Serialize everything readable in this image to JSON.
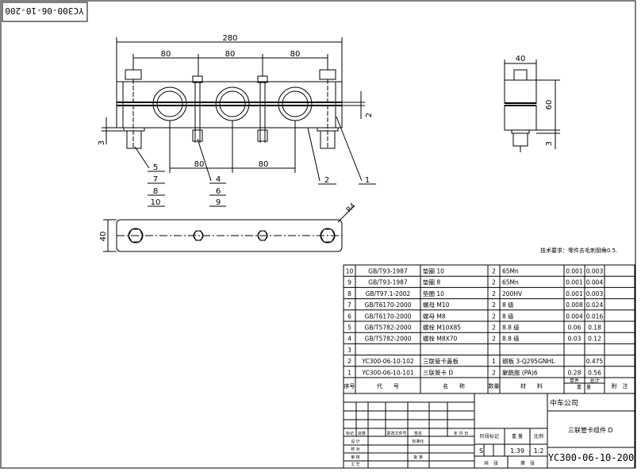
{
  "drawing_number_flipped": "YC300-06-10-200",
  "front_view": {
    "overall_dim": "280",
    "pitch_dims": [
      "80",
      "80",
      "80"
    ],
    "bolt_pitch_dims": [
      "80",
      "80"
    ],
    "dim_2": "2",
    "dim_3": "3",
    "balloons_left": [
      "5",
      "7",
      "8",
      "10"
    ],
    "balloons_mid": [
      "4",
      "6",
      "9"
    ],
    "balloon_2": "2",
    "balloon_1": "1"
  },
  "side_view": {
    "width_dim": "40",
    "height_dim": "60",
    "dim_3": "3"
  },
  "bottom_view": {
    "width_dim": "40",
    "radius": "R4"
  },
  "note": "技术要求：零件去毛刺倒角0.5.",
  "bom": {
    "rows": [
      {
        "no": "10",
        "code": "GB/T93-1987",
        "name": "垫圈 10",
        "qty": "2",
        "material": "65Mn",
        "unit": "0.001",
        "total": "0.003",
        "remark": ""
      },
      {
        "no": "9",
        "code": "GB/T93-1987",
        "name": "垫圈 8",
        "qty": "2",
        "material": "65Mn",
        "unit": "0.001",
        "total": "0.004",
        "remark": ""
      },
      {
        "no": "8",
        "code": "GB/T97.1-2002",
        "name": "垫圈 10",
        "qty": "2",
        "material": "200HV",
        "unit": "0.001",
        "total": "0.003",
        "remark": ""
      },
      {
        "no": "7",
        "code": "GB/T6170-2000",
        "name": "螺母 M10",
        "qty": "2",
        "material": "8 级",
        "unit": "0.008",
        "total": "0.024",
        "remark": ""
      },
      {
        "no": "6",
        "code": "GB/T6170-2000",
        "name": "螺母 M8",
        "qty": "2",
        "material": "8 级",
        "unit": "0.004",
        "total": "0.016",
        "remark": ""
      },
      {
        "no": "5",
        "code": "GB/T5782-2000",
        "name": "螺栓 M10X85",
        "qty": "2",
        "material": "8.8 级",
        "unit": "0.06",
        "total": "0.18",
        "remark": ""
      },
      {
        "no": "4",
        "code": "GB/T5782-2000",
        "name": "螺栓 M8X70",
        "qty": "2",
        "material": "8.8 级",
        "unit": "0.03",
        "total": "0.12",
        "remark": ""
      },
      {
        "no": "3",
        "code": "",
        "name": "",
        "qty": "",
        "material": "",
        "unit": "",
        "total": "",
        "remark": ""
      },
      {
        "no": "2",
        "code": "YC300-06-10-102",
        "name": "三联管卡盖板",
        "qty": "1",
        "material": "钢板 3-Q295GNHL",
        "unit": "",
        "total": "0.475",
        "remark": ""
      },
      {
        "no": "1",
        "code": "YC300-06-10-101",
        "name": "三联管卡 D",
        "qty": "2",
        "material": "聚酰胺 (PA)6",
        "unit": "0.28",
        "total": "0.56",
        "remark": ""
      }
    ],
    "headers": {
      "no": "序号",
      "code": "代　　号",
      "name": "名　　称",
      "qty": "数量",
      "material": "材　　料",
      "single": "单件",
      "total_w": "总计",
      "weight": "重　量",
      "remark": "附　注"
    }
  },
  "title_block": {
    "company": "中车公司",
    "part_name": "三联管卡组件 D",
    "drawing_number": "YC300-06-10-200",
    "stage": "S",
    "weight": "1.39",
    "scale": "1:2",
    "labels": {
      "mark": "标记",
      "count": "处数",
      "change_doc": "更改文件号",
      "sign": "签名",
      "date": "年 月 日",
      "design": "设 计",
      "check": "校 对",
      "review": "审 核",
      "process": "工 艺",
      "std": "标准化",
      "approve": "批 准",
      "stage_label": "阶段标记",
      "weight_label": "重 量",
      "scale_label": "比例",
      "sheets_total": "共　张",
      "sheet_no": "第　张"
    }
  }
}
